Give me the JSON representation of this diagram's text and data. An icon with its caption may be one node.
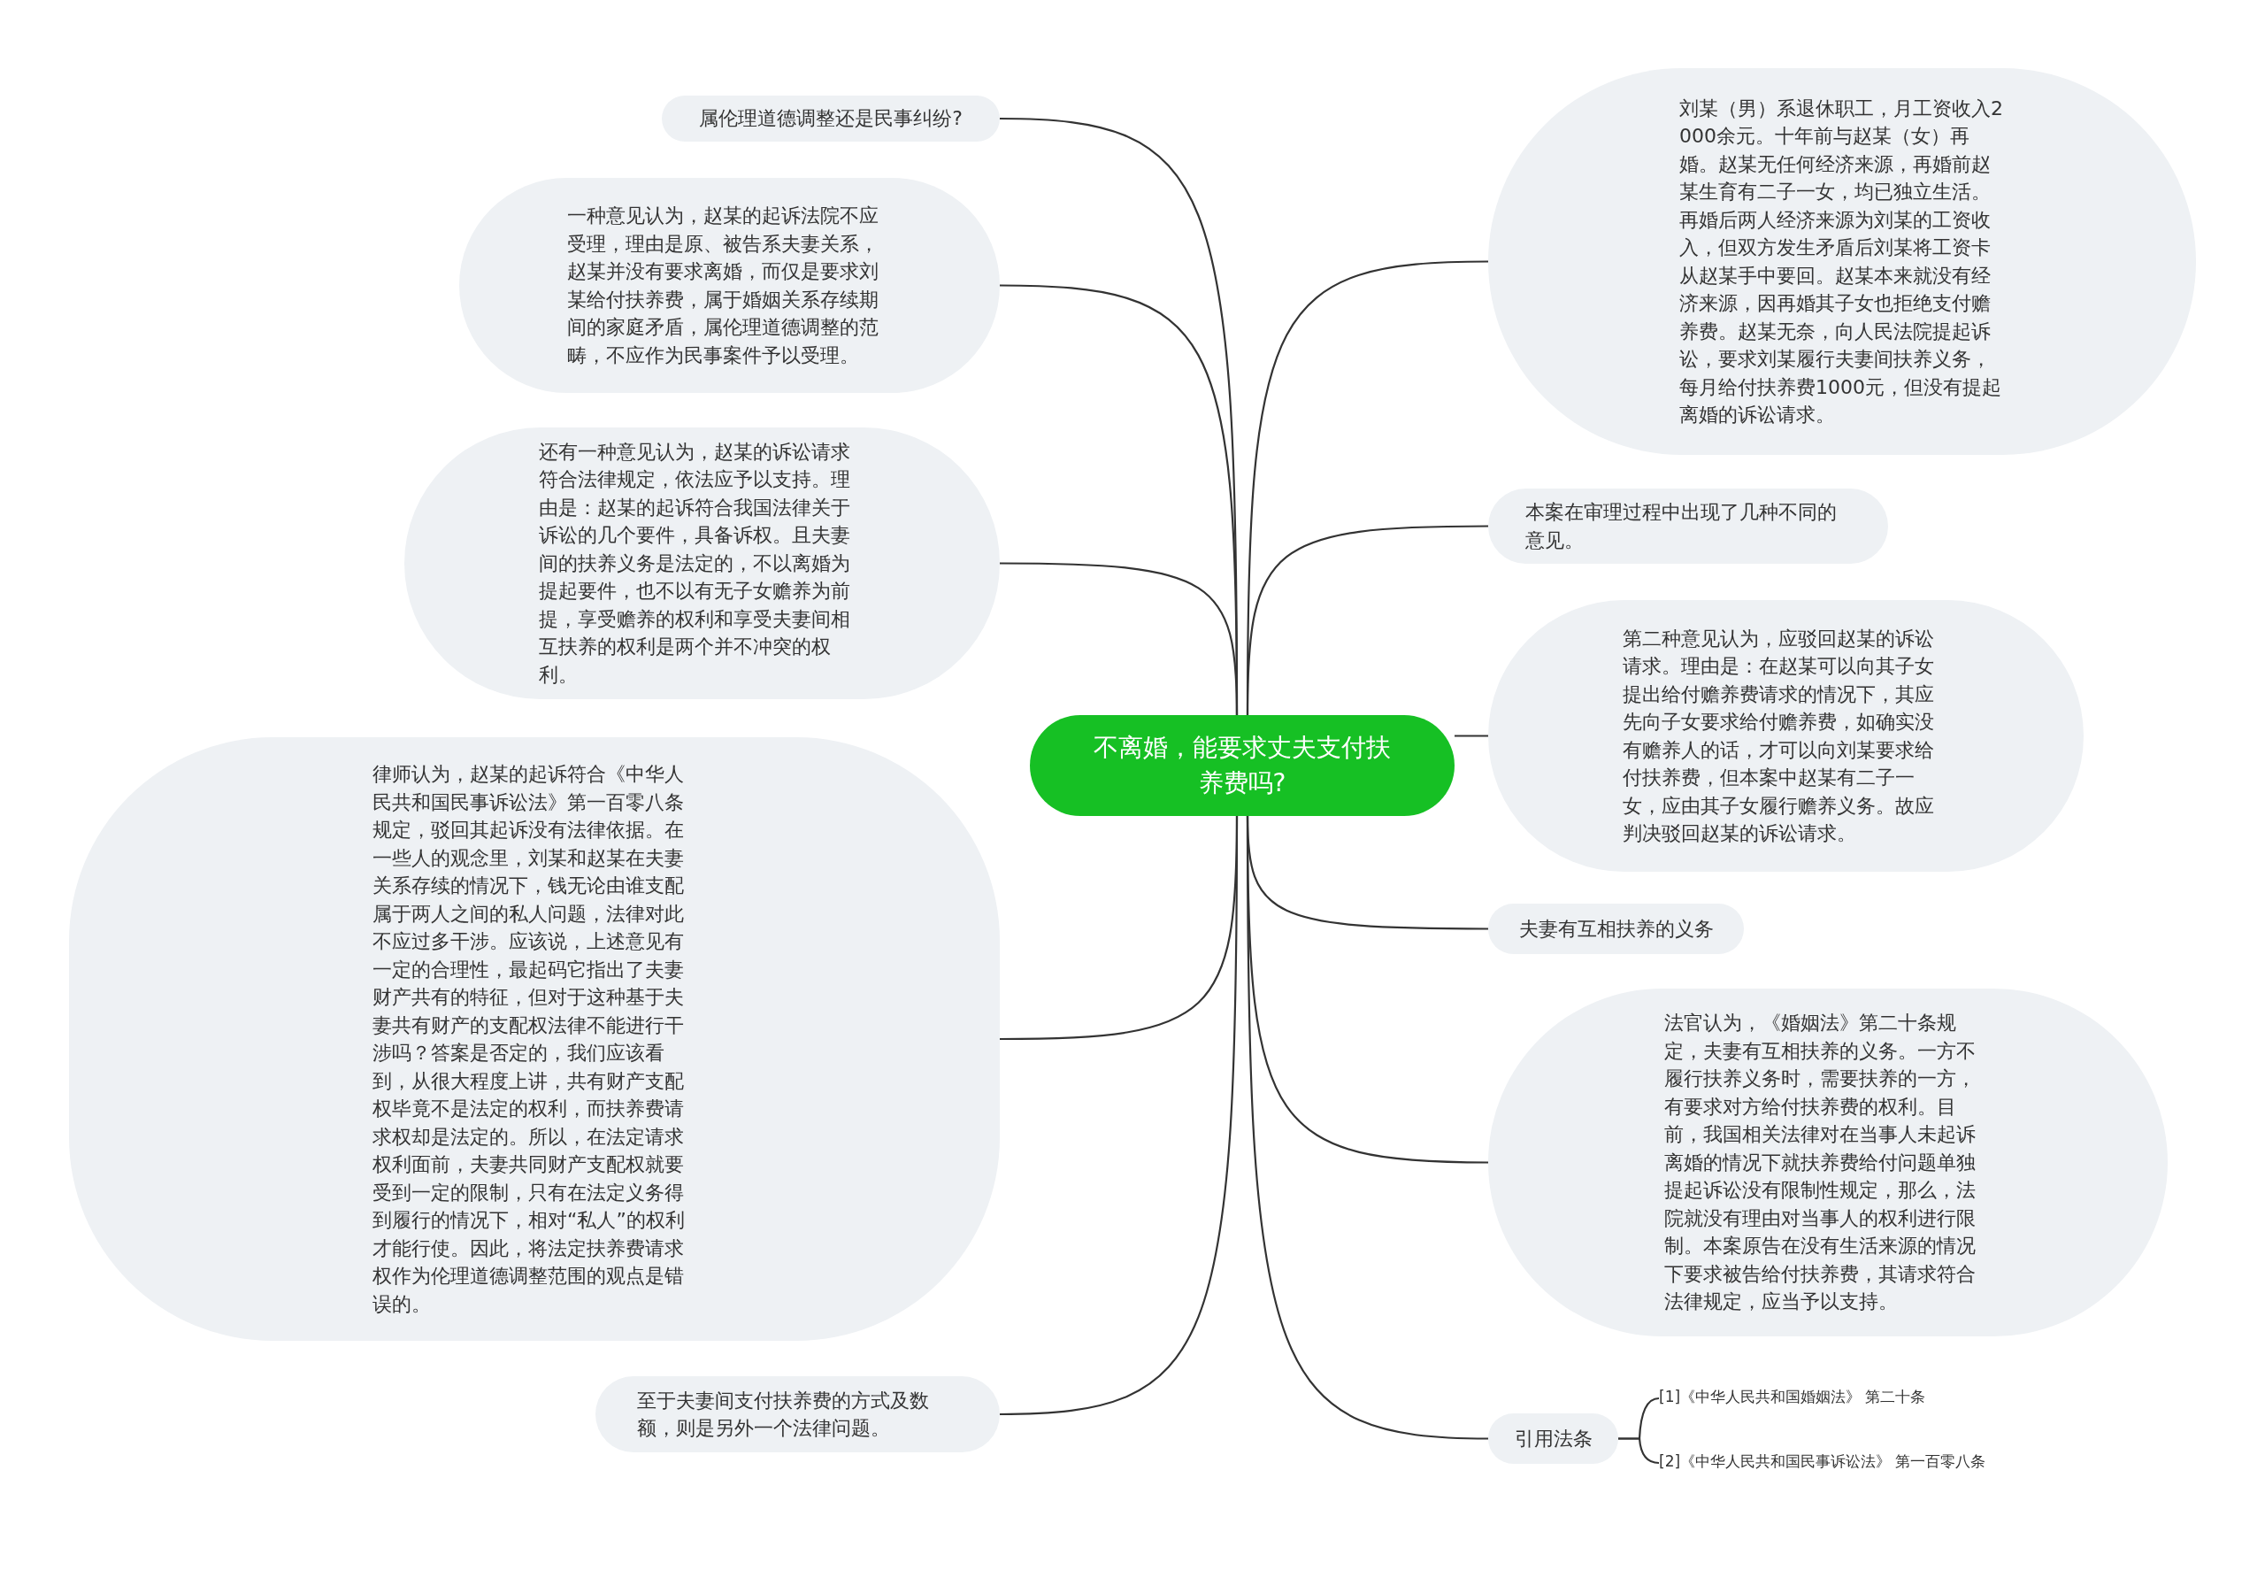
{
  "diagram": {
    "nodes": [
      {
        "text": [
          "不离婚，能要求丈夫支付扶养费吗?"
        ]
      },
      {
        "text": [
          "属伦理道德调整还是民事纠纷?"
        ]
      },
      {
        "text": [
          "一种意见认为，赵某的起诉法院不应受理，理由是原、被告系夫妻关系，赵某并没有要求离婚，而仅是要求刘某给付扶养费，属于婚姻关系存续期间的家庭矛盾，属伦理道德调整的范畴，不应作为民事案件予以受理。"
        ]
      },
      {
        "text": [
          "还有一种意见认为，赵某的诉讼请求符合法律规定，依法应予以支持。理由是：赵某的起诉符合我国法律关于诉讼的几个要件，具备诉权。且夫妻间的扶养义务是法定的，不以离婚为提起要件，也不以有无子女赡养为前提，享受赡养的权利和享受夫妻间相互扶养的权利是两个并不冲突的权利。"
        ]
      },
      {
        "text": [
          "律师认为，赵某的起诉符合《中华人民共和国民事诉讼法》第一百零八条规定，驳回其起诉没有法律依据。在一些人的观念里，刘某和赵某在夫妻关系存续的情况下，钱无论由谁支配属于两人之间的私人问题，法律对此不应过多干涉。应该说，上述意见有一定的合理性，最起码它指出了夫妻财产共有的特征，但对于这种基于夫妻共有财产的支配权法律不能进行干涉吗？答案是否定的，我们应该看到，从很大程度上讲，共有财产支配权毕竟不是法定的权利，而扶养费请求权却是法定的。所以，在法定请求权利面前，夫妻共同财产支配权就要受到一定的限制，只有在法定义务得到履行的情况下，相对“私人”的权利才能行使。因此，将法定扶养费请求权作为伦理道德调整范围的观点是错误的。"
        ]
      },
      {
        "text": [
          "至于夫妻间支付扶养费的方式及数额，则是另外一个法律问题。"
        ]
      },
      {
        "text": [
          "刘某（男）系退休职工，月工资收入2000余元。十年前与赵某（女）再婚。赵某无任何经济来源，再婚前赵某生育有二子一女，均已独立生活。再婚后两人经济来源为刘某的工资收入，但双方发生矛盾后刘某将工资卡从赵某手中要回。赵某本来就没有经济来源，因再婚其子女也拒绝支付赡养费。赵某无奈，向人民法院提起诉讼，要求刘某履行夫妻间扶养义务，每月给付扶养费1000元，但没有提起离婚的诉讼请求。"
        ]
      },
      {
        "text": [
          "本案在审理过程中出现了几种不同的意见。"
        ]
      },
      {
        "text": [
          "第二种意见认为，应驳回赵某的诉讼请求。理由是：在赵某可以向其子女提出给付赡养费请求的情况下，其应先向子女要求给付赡养费，如确实没有赡养人的话，才可以向刘某要求给付扶养费，但本案中赵某有二子一女，应由其子女履行赡养义务。故应判决驳回赵某的诉讼请求。"
        ]
      },
      {
        "text": [
          "夫妻有互相扶养的义务"
        ]
      },
      {
        "text": [
          "法官认为，《婚姻法》第二十条规定，夫妻有互相扶养的义务。一方不履行扶养义务时，需要扶养的一方，有要求对方给付扶养费的权利。目前，我国相关法律对在当事人未起诉离婚的情况下就扶养费给付问题单独提起诉讼没有限制性规定，那么，法院就没有理由对当事人的权利进行限制。本案原告在没有生活来源的情况下要求被告给付扶养费，其请求符合法律规定，应当予以支持。"
        ]
      },
      {
        "text": [
          "引用法条"
        ]
      },
      {
        "text": [
          "[1]《中华人民共和国婚姻法》 第二十条"
        ]
      },
      {
        "text": [
          "[2]《中华人民共和国民事诉讼法》 第一百零八条"
        ]
      }
    ],
    "edges": [
      {
        "from": 0,
        "to": 1,
        "arrow": "none"
      },
      {
        "from": 0,
        "to": 2,
        "arrow": "none"
      },
      {
        "from": 0,
        "to": 3,
        "arrow": "none"
      },
      {
        "from": 0,
        "to": 4,
        "arrow": "none"
      },
      {
        "from": 0,
        "to": 5,
        "arrow": "none"
      },
      {
        "from": 0,
        "to": 6,
        "arrow": "none"
      },
      {
        "from": 0,
        "to": 7,
        "arrow": "none"
      },
      {
        "from": 0,
        "to": 8,
        "arrow": "none"
      },
      {
        "from": 0,
        "to": 9,
        "arrow": "none"
      },
      {
        "from": 0,
        "to": 10,
        "arrow": "none"
      },
      {
        "from": 0,
        "to": 11,
        "arrow": "none"
      },
      {
        "from": 11,
        "to": 12,
        "arrow": "none"
      },
      {
        "from": 11,
        "to": 13,
        "arrow": "none"
      }
    ]
  }
}
